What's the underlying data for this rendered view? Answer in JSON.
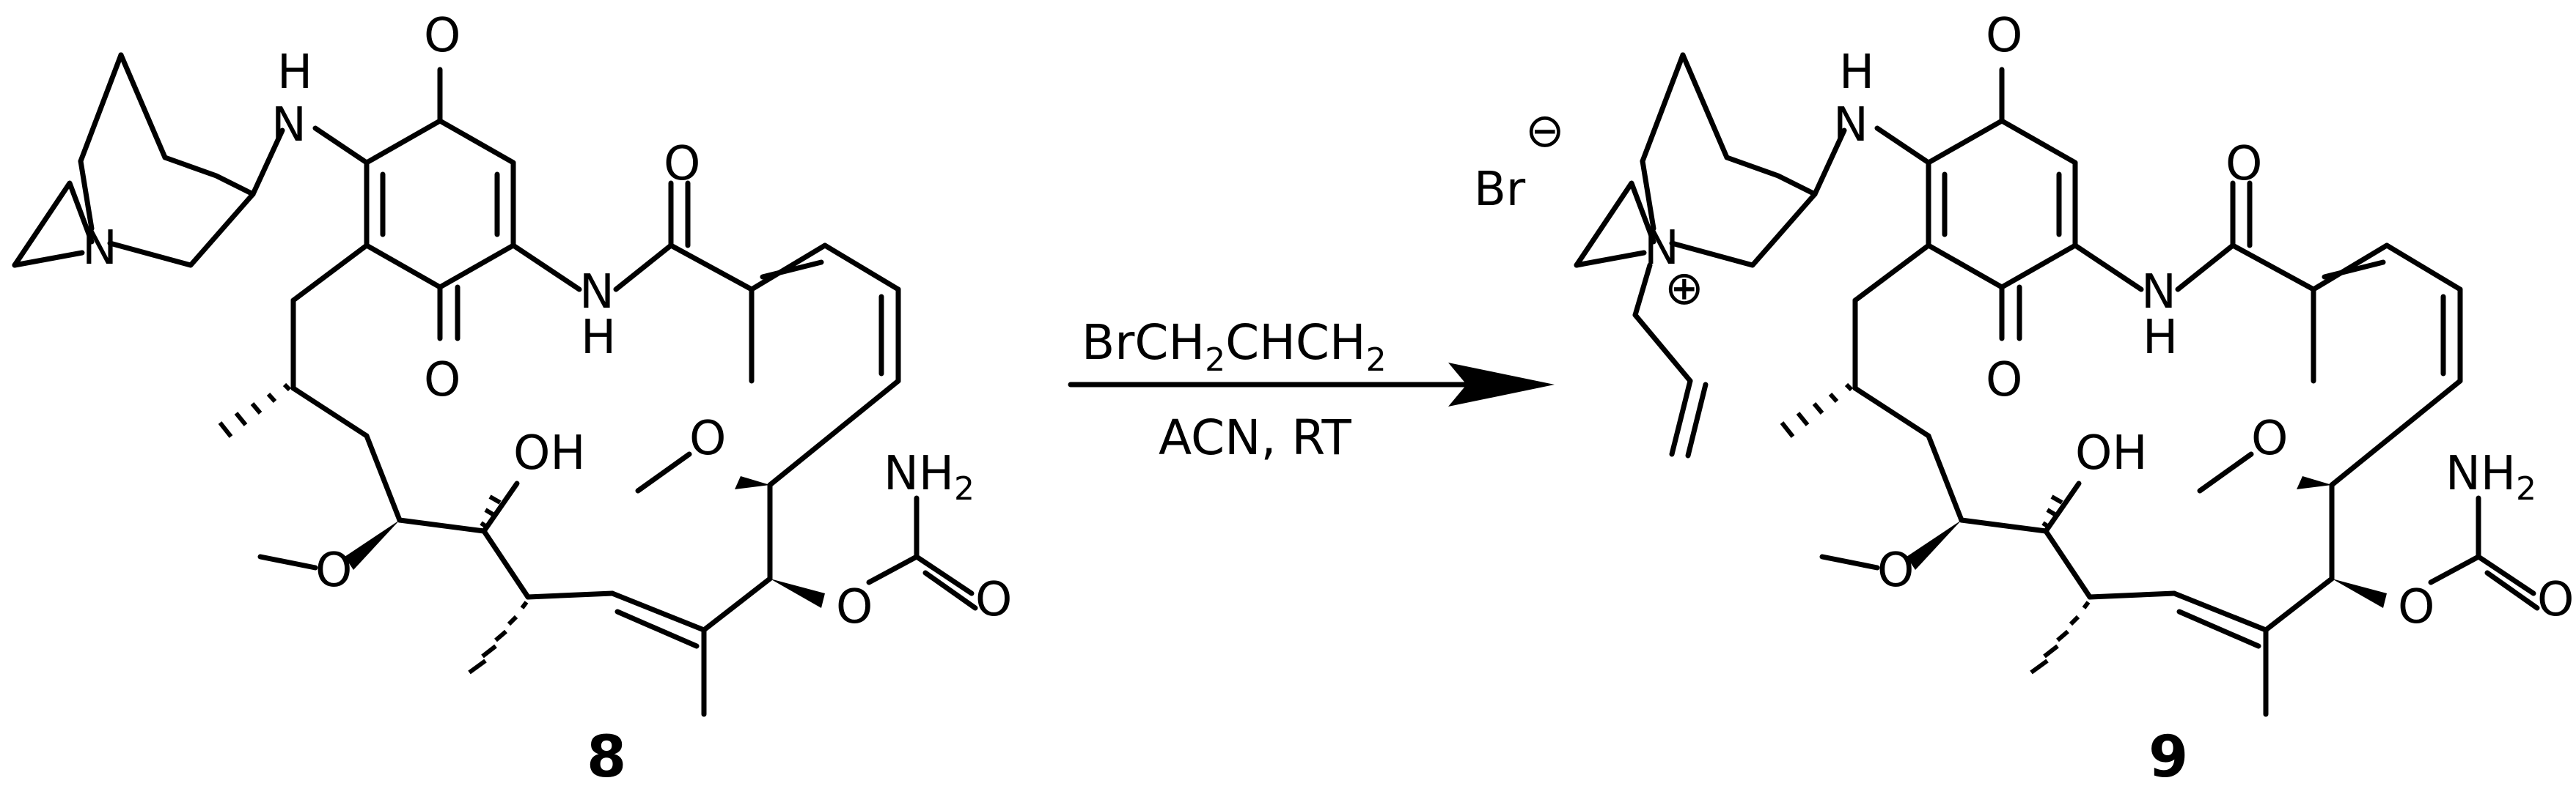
{
  "scheme": {
    "left_compound": {
      "number": "8",
      "atom_labels": {
        "nh_amine_h": "H",
        "nh_amine_n": "N",
        "quin_n": "N",
        "quinone_o_top": "O",
        "quinone_o_bottom": "O",
        "amide_o": "O",
        "amide_n": "N",
        "amide_h": "H",
        "hydroxyl": "OH",
        "methoxy_1": "O",
        "methoxy_2": "O",
        "carbamate_o": "O",
        "carbamate_co": "O",
        "carbamate_nh": "NH",
        "carbamate_nh_sub": "2"
      }
    },
    "right_compound": {
      "number": "9",
      "counterion": "Br",
      "counterion_charge": "⊖",
      "cation_charge": "⊕",
      "atom_labels": {
        "nh_amine_h": "H",
        "nh_amine_n": "N",
        "quin_n": "N",
        "quinone_o_top": "O",
        "quinone_o_bottom": "O",
        "amide_o": "O",
        "amide_n": "N",
        "amide_h": "H",
        "hydroxyl": "OH",
        "methoxy_1": "O",
        "methoxy_2": "O",
        "carbamate_o": "O",
        "carbamate_co": "O",
        "carbamate_nh": "NH",
        "carbamate_nh_sub": "2"
      }
    },
    "reaction": {
      "reagent_parts": [
        "BrCH",
        "2",
        "CHCH",
        "2"
      ],
      "conditions": "ACN, RT"
    }
  }
}
